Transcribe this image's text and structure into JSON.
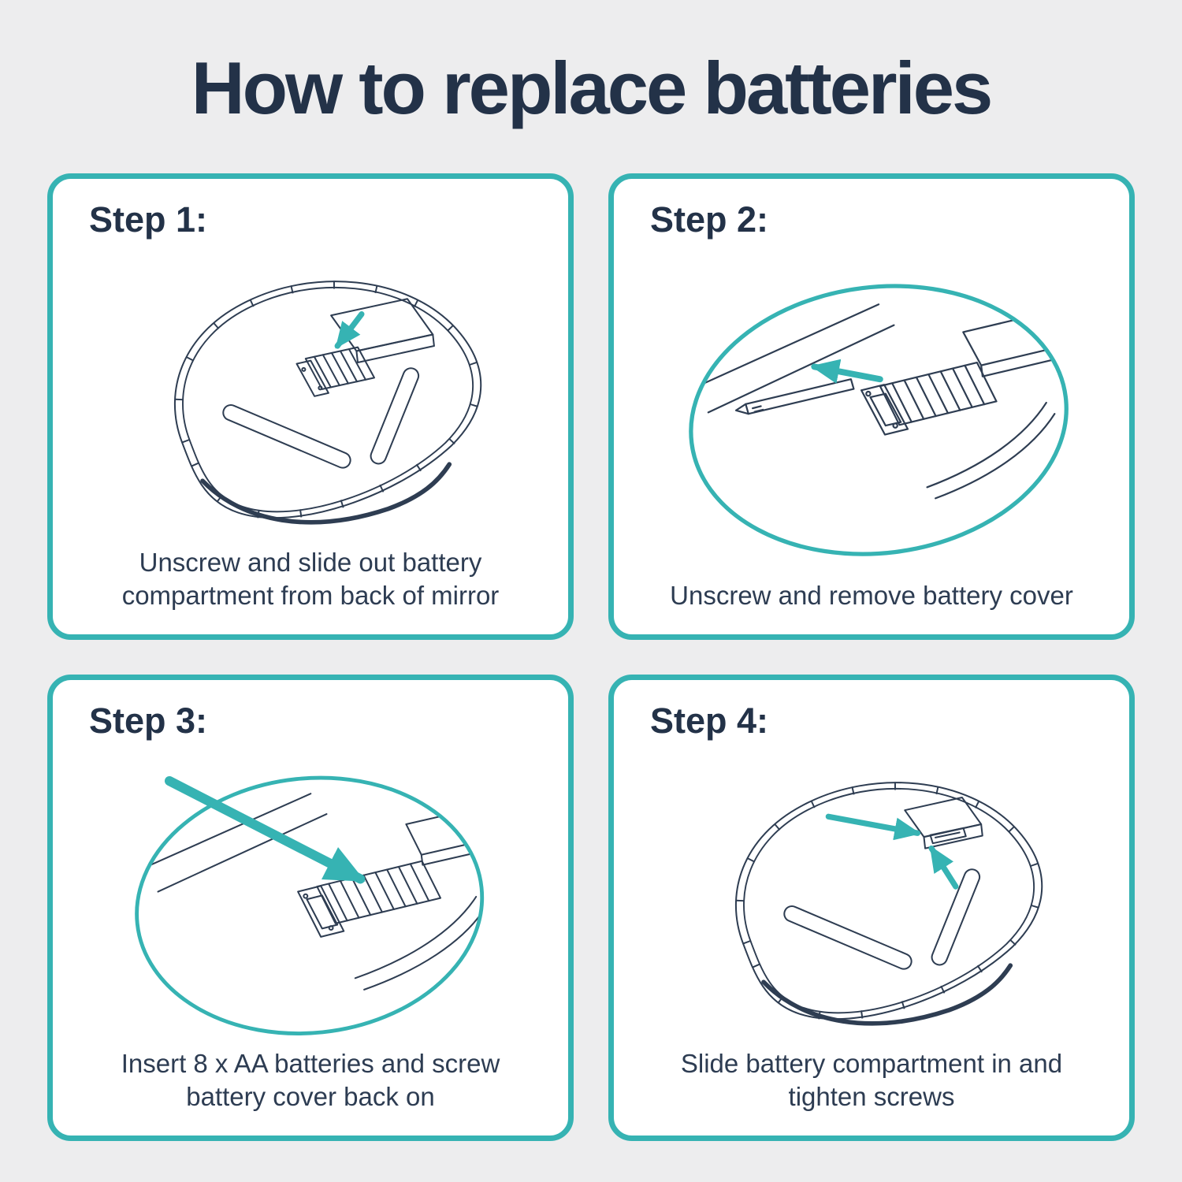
{
  "title": "How to replace batteries",
  "colors": {
    "teal": "#36b3b3",
    "navy": "#233248",
    "background": "#ededee",
    "panel_background": "#ffffff"
  },
  "steps": [
    {
      "label": "Step 1:",
      "caption": "Unscrew and slide out battery compartment from back of mirror",
      "illustration": "mirror-back-with-battery-compartment-sliding-out"
    },
    {
      "label": "Step 2:",
      "caption": "Unscrew and remove battery cover",
      "illustration": "zoomed-battery-compartment-cover-removed"
    },
    {
      "label": "Step 3:",
      "caption": "Insert 8 x AA batteries and screw battery cover back on",
      "illustration": "zoomed-battery-compartment-insert-batteries"
    },
    {
      "label": "Step 4:",
      "caption": "Slide battery compartment in and tighten screws",
      "illustration": "mirror-back-compartment-closed"
    }
  ]
}
